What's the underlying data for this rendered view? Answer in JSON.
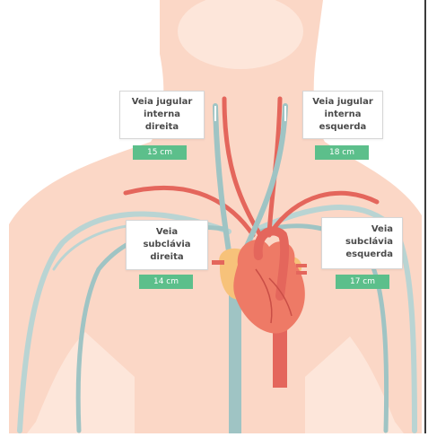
{
  "labels": {
    "rij": {
      "title": "Veia jugular\ninterna\ndireita",
      "length": "15 cm"
    },
    "lij": {
      "title": "Veia jugular\ninterna\nesquerda",
      "length": "18 cm"
    },
    "rsc": {
      "title": "Veia\nsubclávia\ndireita",
      "length": "14 cm"
    },
    "lsc": {
      "title": "Veia\nsubclávia\nesquerda",
      "length": "17 cm"
    }
  },
  "colors": {
    "skin": "#fbd7c6",
    "skin_light": "#fde6da",
    "vein": "#9fc4c4",
    "vein_light": "#b9d4d3",
    "artery": "#e4665c",
    "heart": "#ee7a66",
    "atrium": "#f7c27a",
    "badge": "#5cbf8b"
  }
}
